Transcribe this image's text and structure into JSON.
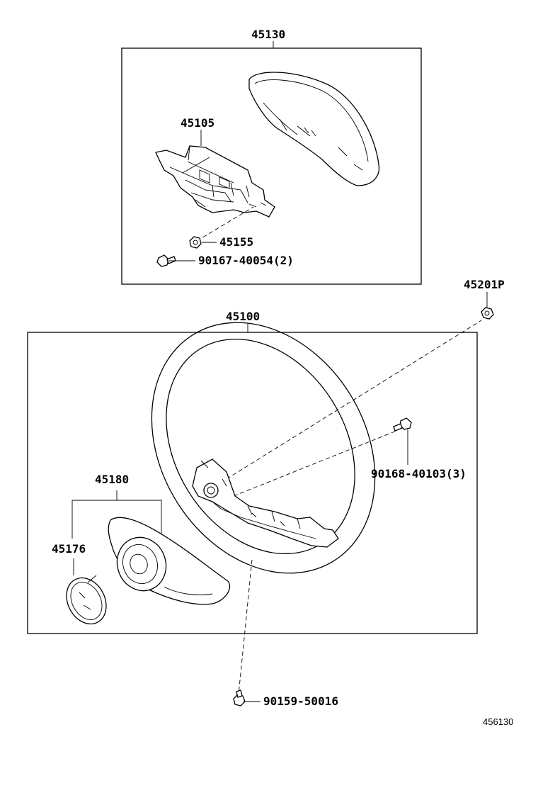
{
  "labels": {
    "p45130": "45130",
    "p45105": "45105",
    "p45155": "45155",
    "p90167": "90167-40054(2)",
    "p45201p": "45201P",
    "p45100": "45100",
    "p90168": "90168-40103(3)",
    "p45180": "45180",
    "p45176": "45176",
    "p90159": "90159-50016",
    "figure_number": "456130"
  }
}
